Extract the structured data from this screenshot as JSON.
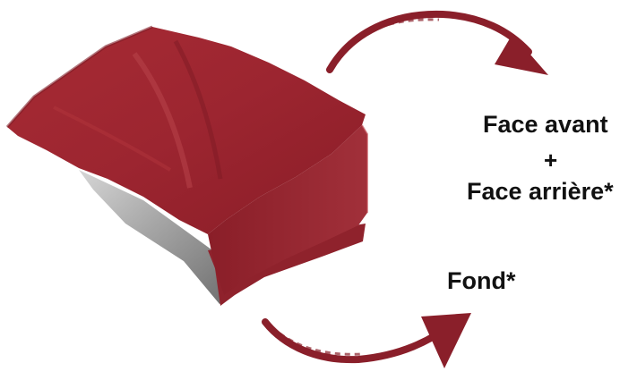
{
  "labels": {
    "front": "Face avant",
    "plus": "+",
    "back": "Face arrière*",
    "bottom": "Fond*"
  },
  "colors": {
    "pouch_red": "#9e2630",
    "pouch_red_dark": "#7a1a22",
    "pouch_red_light": "#b6393f",
    "silver": "#a9a9a9",
    "arrow": "#8a1f2a",
    "text": "#111111"
  },
  "icons": {
    "top_arrow": "curved-arrow-icon",
    "bottom_arrow": "curved-arrow-icon",
    "product": "stand-up-pouch-image"
  }
}
